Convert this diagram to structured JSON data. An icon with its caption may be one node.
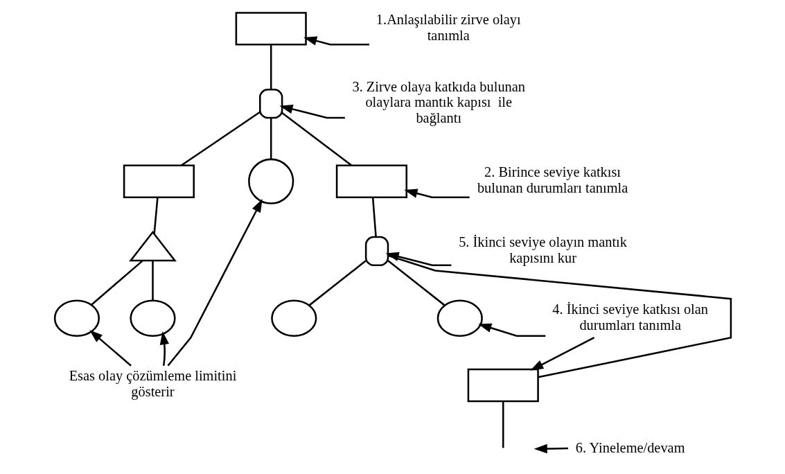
{
  "diagram": {
    "nodes": [
      {
        "text": [],
        "shape": "box"
      },
      {
        "text": [],
        "shape": "gate"
      },
      {
        "text": [],
        "shape": "box"
      },
      {
        "text": [],
        "shape": "circle"
      },
      {
        "text": [],
        "shape": "box"
      },
      {
        "text": [],
        "shape": "triangle"
      },
      {
        "text": [],
        "shape": "ellipse"
      },
      {
        "text": [],
        "shape": "ellipse"
      },
      {
        "text": [],
        "shape": "gate"
      },
      {
        "text": [],
        "shape": "ellipse"
      },
      {
        "text": [],
        "shape": "ellipse"
      },
      {
        "text": [],
        "shape": "box"
      },
      {
        "text": [
          "1.Anlaşılabilir zirve olayı tanımla"
        ]
      },
      {
        "text": [
          "3. Zirve olaya katkıda bulunan olaylara mantık kapısı  ile bağlantı"
        ]
      },
      {
        "text": [
          "2. Birince seviye katkısı bulunan durumları tanımla"
        ]
      },
      {
        "text": [
          "5. İkinci seviye olayın mantık kapısını kur"
        ]
      },
      {
        "text": [
          "4. İkinci seviye katkısı olan durumları tanımla"
        ]
      },
      {
        "text": [
          "6. Yineleme/devam"
        ]
      },
      {
        "text": [
          "Esas olay çözümleme limitini gösterir"
        ]
      }
    ],
    "edges": [
      {
        "from": 0,
        "to": 1,
        "arrow": "none"
      },
      {
        "from": 1,
        "to": 2,
        "arrow": "none"
      },
      {
        "from": 1,
        "to": 3,
        "arrow": "none"
      },
      {
        "from": 1,
        "to": 4,
        "arrow": "none"
      },
      {
        "from": 2,
        "to": 5,
        "arrow": "none"
      },
      {
        "from": 5,
        "to": 6,
        "arrow": "none"
      },
      {
        "from": 5,
        "to": 7,
        "arrow": "none"
      },
      {
        "from": 4,
        "to": 8,
        "arrow": "none"
      },
      {
        "from": 8,
        "to": 9,
        "arrow": "none"
      },
      {
        "from": 8,
        "to": 10,
        "arrow": "none"
      },
      {
        "from": 8,
        "to": 11,
        "arrow": "none"
      },
      {
        "from": 11,
        "to": null,
        "arrow": "none"
      },
      {
        "from": 12,
        "to": 0,
        "arrow": "to"
      },
      {
        "from": 13,
        "to": 1,
        "arrow": "to"
      },
      {
        "from": 14,
        "to": 4,
        "arrow": "to"
      },
      {
        "from": 15,
        "to": 8,
        "arrow": "to"
      },
      {
        "from": 16,
        "to": 10,
        "arrow": "to"
      },
      {
        "from": 16,
        "to": 11,
        "arrow": "to"
      },
      {
        "from": 17,
        "to": null,
        "arrow": "to"
      },
      {
        "from": 18,
        "to": 6,
        "arrow": "to"
      },
      {
        "from": 18,
        "to": 7,
        "arrow": "to"
      },
      {
        "from": 18,
        "to": 3,
        "arrow": "to"
      }
    ]
  }
}
